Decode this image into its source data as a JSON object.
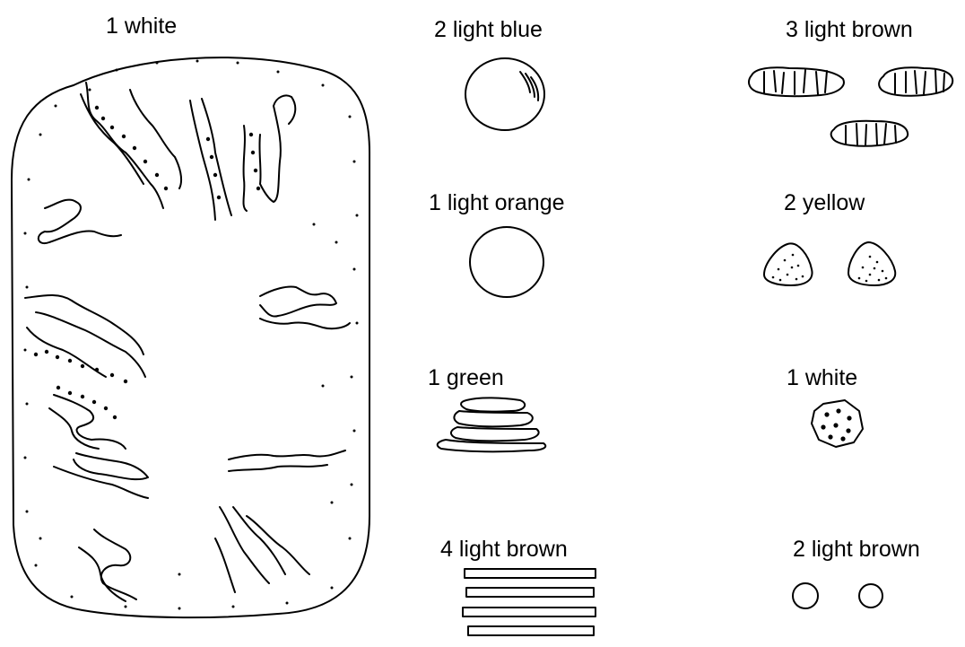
{
  "items": [
    {
      "label": "1 white",
      "shape": "large rounded rectangle with wavy squiggles and speckles"
    },
    {
      "label": "2 light blue",
      "shape": "shiny circle"
    },
    {
      "label": "3 light brown",
      "shape": "striped ovals"
    },
    {
      "label": "1 light orange",
      "shape": "circle"
    },
    {
      "label": "2 yellow",
      "shape": "speckled rounded triangles"
    },
    {
      "label": "1 green",
      "shape": "stacked flat wavy layers"
    },
    {
      "label": "1 white",
      "shape": "dotted octagon"
    },
    {
      "label": "4 light brown",
      "shape": "stacked thin rectangles"
    },
    {
      "label": "2 light brown",
      "shape": "small circles"
    }
  ]
}
